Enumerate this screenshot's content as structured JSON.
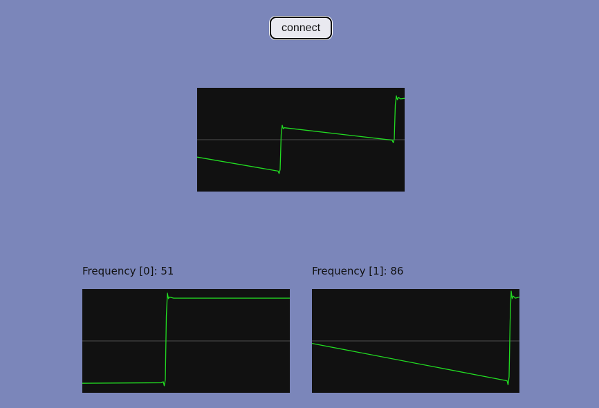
{
  "connect_button": {
    "label": "connect"
  },
  "channels": [
    {
      "label_prefix": "Frequency [0]: ",
      "frequency": "51"
    },
    {
      "label_prefix": "Frequency [1]: ",
      "frequency": "86"
    }
  ],
  "colors": {
    "background": "#7b86ba",
    "scope_background": "#111111",
    "midline": "#3a3a3a",
    "trace": "#22dd22"
  },
  "scopes": {
    "main": {
      "trace": [
        [
          0,
          -0.35
        ],
        [
          0.39,
          -0.63
        ],
        [
          0.395,
          -0.68
        ],
        [
          0.4,
          -0.6
        ],
        [
          0.405,
          0.1
        ],
        [
          0.41,
          0.29
        ],
        [
          0.415,
          0.22
        ],
        [
          0.42,
          0.24
        ],
        [
          0.94,
          -0.01
        ],
        [
          0.945,
          -0.06
        ],
        [
          0.95,
          0.01
        ],
        [
          0.955,
          0.7
        ],
        [
          0.96,
          0.88
        ],
        [
          0.965,
          0.8
        ],
        [
          0.97,
          0.85
        ],
        [
          0.98,
          0.82
        ],
        [
          1.0,
          0.83
        ]
      ]
    },
    "channel_0": {
      "trace": [
        [
          0,
          -0.85
        ],
        [
          0.38,
          -0.84
        ],
        [
          0.39,
          -0.82
        ],
        [
          0.395,
          -0.9
        ],
        [
          0.4,
          -0.78
        ],
        [
          0.405,
          0.5
        ],
        [
          0.41,
          0.96
        ],
        [
          0.415,
          0.85
        ],
        [
          0.42,
          0.88
        ],
        [
          0.44,
          0.86
        ],
        [
          1.0,
          0.86
        ]
      ]
    },
    "channel_1": {
      "trace": [
        [
          0,
          -0.05
        ],
        [
          0.94,
          -0.8
        ],
        [
          0.945,
          -0.88
        ],
        [
          0.95,
          -0.72
        ],
        [
          0.955,
          0.4
        ],
        [
          0.96,
          1.0
        ],
        [
          0.965,
          0.85
        ],
        [
          0.97,
          0.9
        ],
        [
          0.98,
          0.86
        ],
        [
          1.0,
          0.88
        ]
      ]
    }
  }
}
